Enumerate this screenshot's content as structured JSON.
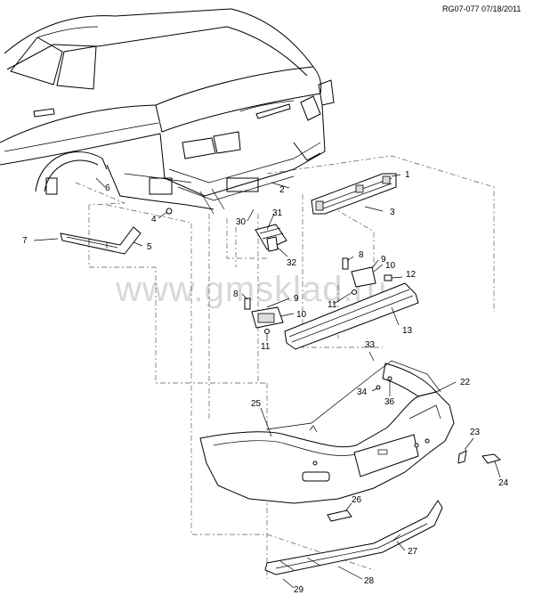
{
  "header": {
    "ref": "RG07-077 07/18/2011"
  },
  "watermark": {
    "text": "www.gmsklad.ru"
  },
  "callouts": [
    "1",
    "2",
    "3",
    "4",
    "5",
    "6",
    "7",
    "8",
    "9",
    "10",
    "11",
    "12",
    "13",
    "22",
    "23",
    "24",
    "25",
    "26",
    "27",
    "28",
    "29",
    "30",
    "31",
    "32",
    "33",
    "34",
    "36"
  ],
  "callout_second": {
    "8": "8",
    "9": "9",
    "10": "10",
    "11": "11"
  }
}
